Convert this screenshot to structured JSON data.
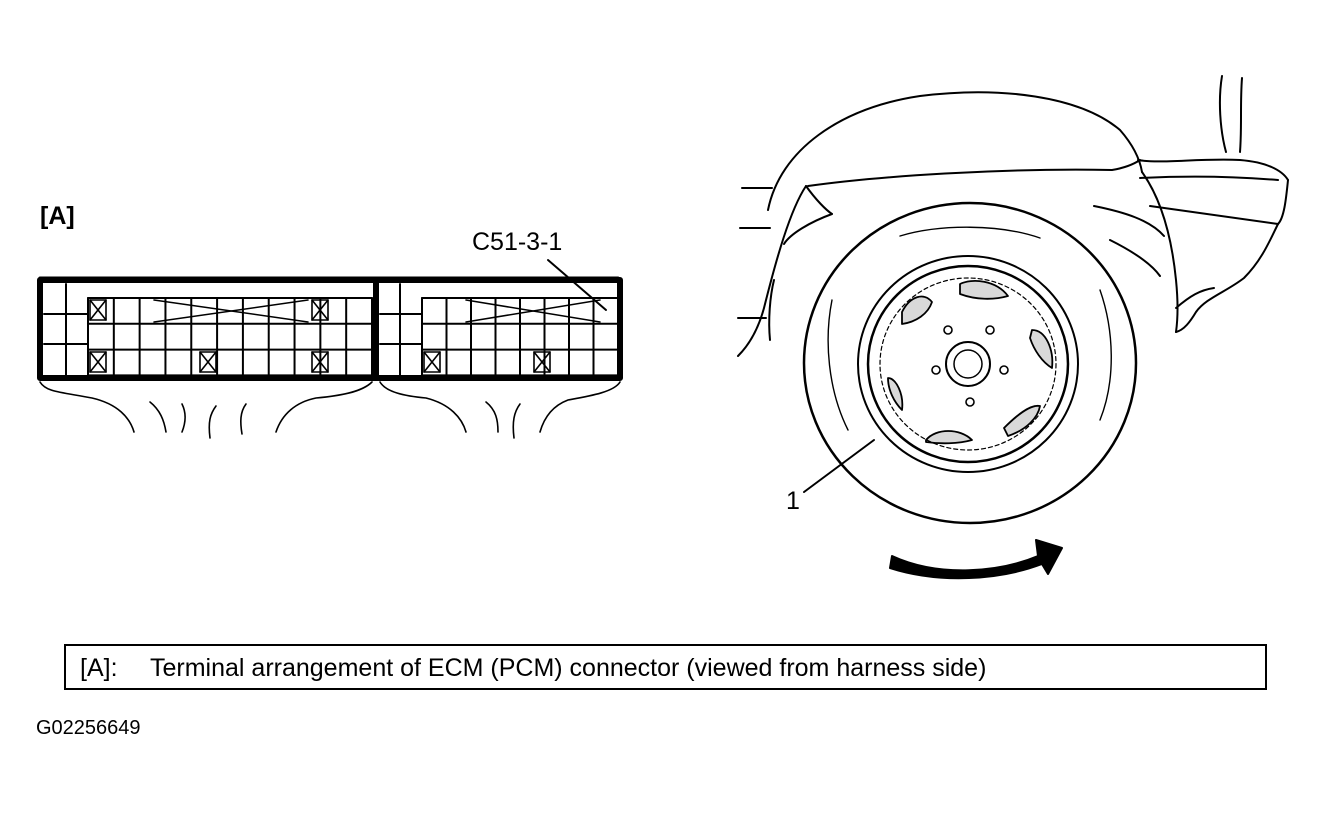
{
  "labels": {
    "section_tag": "[A]",
    "connector_id": "C51-3-1",
    "callout": "1"
  },
  "legend": {
    "key": "[A]:",
    "text": "Terminal arrangement of ECM (PCM) connector (viewed from harness side)"
  },
  "figure_id": "G02256649"
}
